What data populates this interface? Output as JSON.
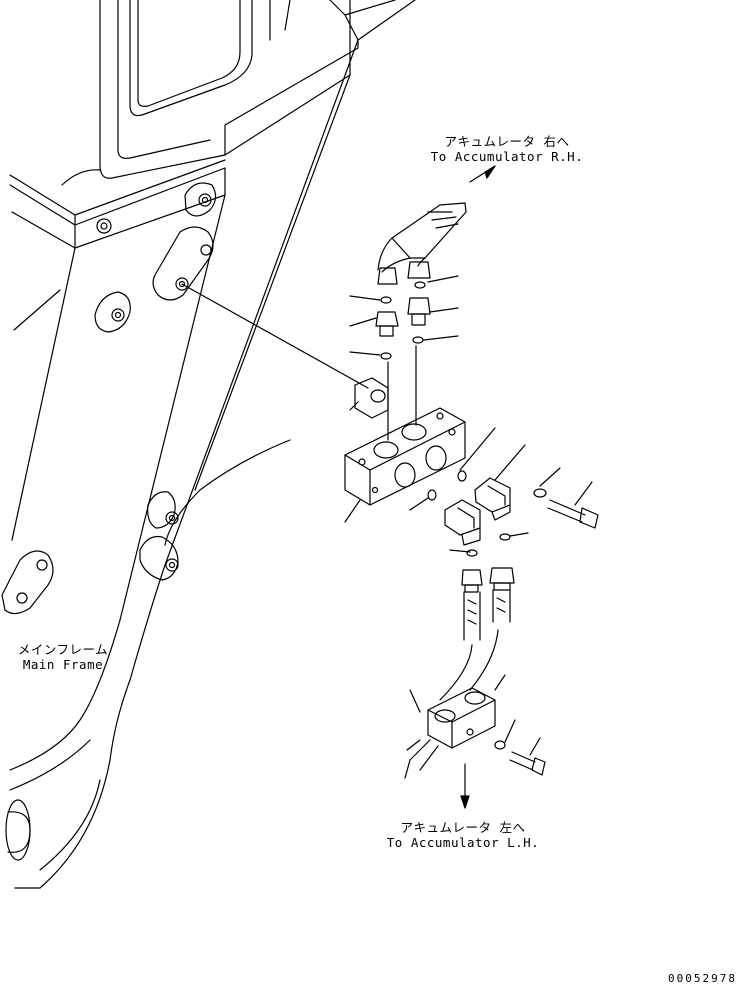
{
  "labels": {
    "to_accumulator_rh_jp": "アキュムレータ 右へ",
    "to_accumulator_rh_en": "To Accumulator R.H.",
    "to_accumulator_lh_jp": "アキュムレータ 左へ",
    "to_accumulator_lh_en": "To Accumulator L.H.",
    "main_frame_jp": "メインフレーム",
    "main_frame_en": "Main Frame"
  },
  "drawing_number": "00052978"
}
